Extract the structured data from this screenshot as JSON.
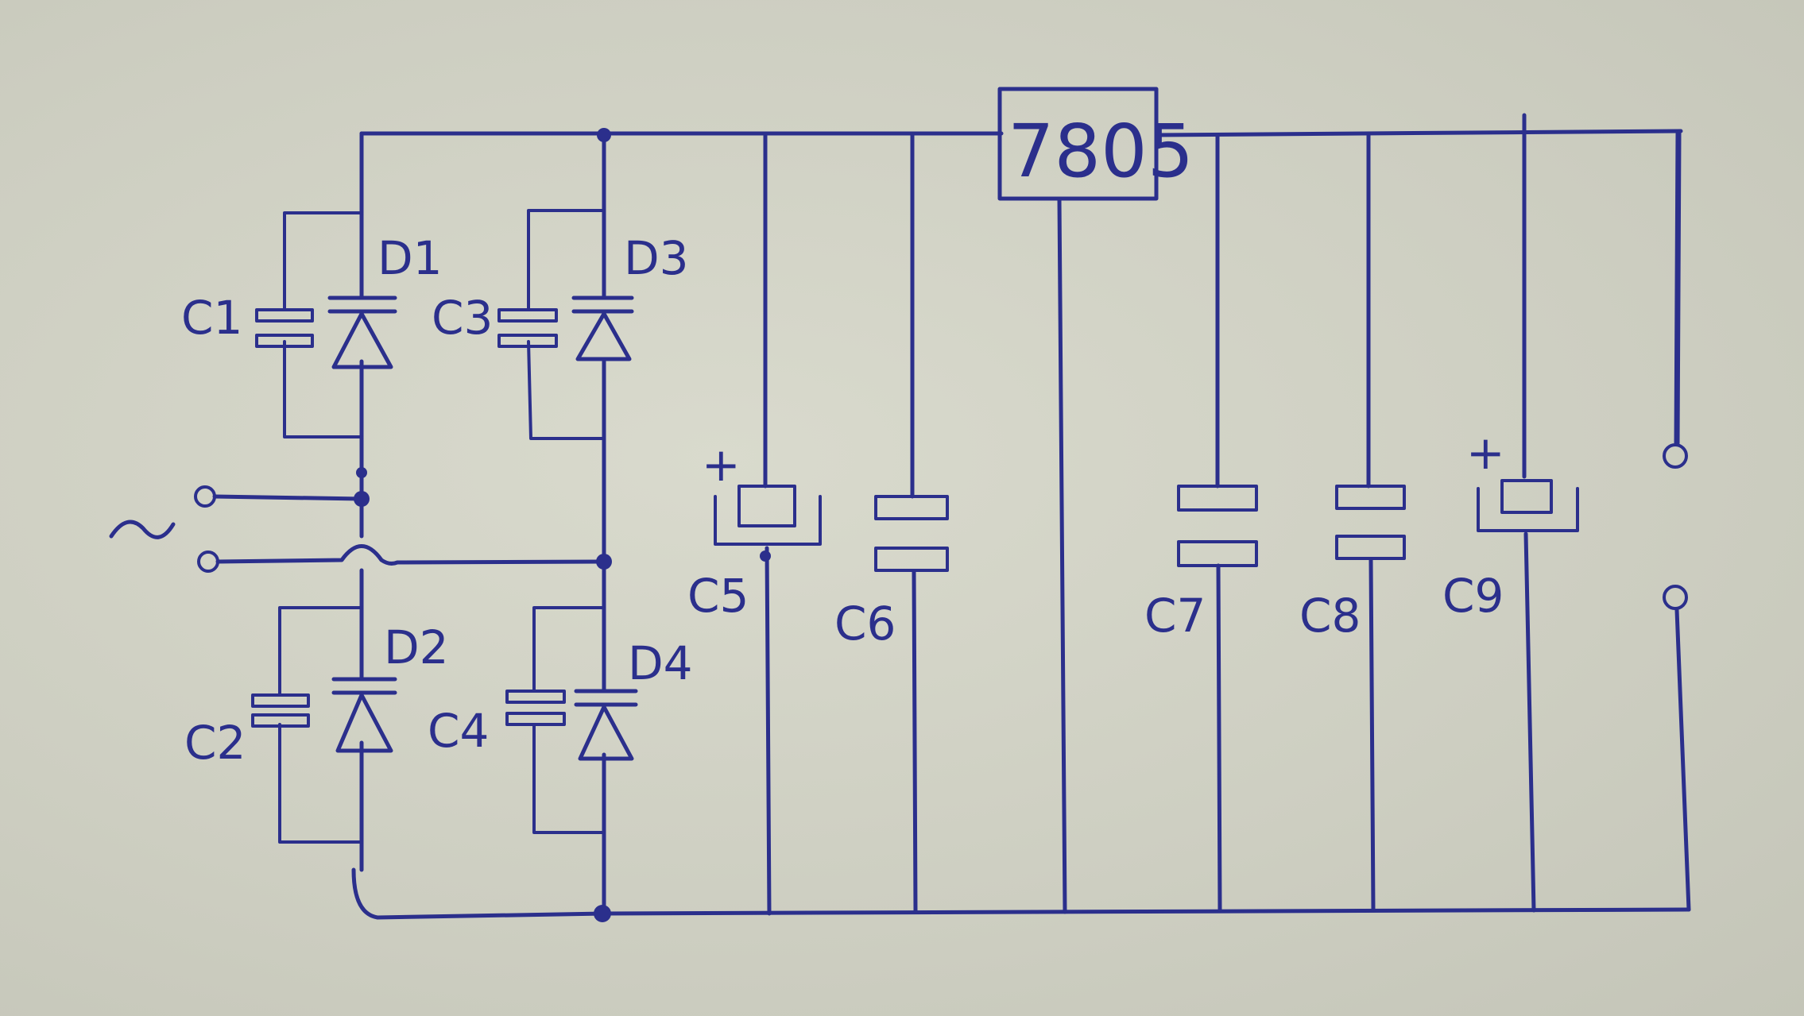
{
  "diagram": {
    "regulator": "7805",
    "ac_symbol": "~",
    "polarity_mark": "+",
    "diodes": [
      "D1",
      "D2",
      "D3",
      "D4"
    ],
    "bridge_capacitors": [
      "C1",
      "C2",
      "C3",
      "C4"
    ],
    "input_capacitors": [
      "C5",
      "C6"
    ],
    "output_capacitors": [
      "C7",
      "C8",
      "C9"
    ],
    "ink_color": "#2b2f8c",
    "paper_color": "#d3d4c7"
  }
}
